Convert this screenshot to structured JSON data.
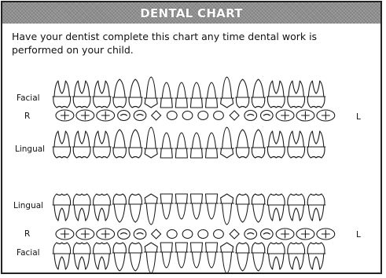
{
  "title": "DENTAL CHART",
  "intro": "Have your dentist complete this chart any time dental work is performed on your child.",
  "upper_arch": {
    "facial_label": "Facial",
    "lingual_label": "Lingual",
    "right_label": "R",
    "left_label": "L",
    "tooth_types": [
      "M",
      "M",
      "M",
      "P",
      "P",
      "C",
      "I",
      "I",
      "I",
      "I",
      "C",
      "P",
      "P",
      "M",
      "M",
      "M"
    ]
  },
  "lower_arch": {
    "lingual_label": "Lingual",
    "facial_label": "Facial",
    "right_label": "R",
    "left_label": "L",
    "tooth_types": [
      "M",
      "M",
      "M",
      "P",
      "P",
      "C",
      "I",
      "I",
      "I",
      "I",
      "C",
      "P",
      "P",
      "M",
      "M",
      "M"
    ]
  }
}
